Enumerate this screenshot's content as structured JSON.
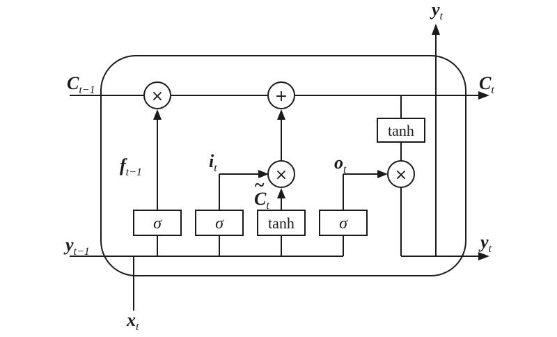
{
  "ops": {
    "multiply": "×",
    "add": "+"
  },
  "gates": {
    "forget": "σ",
    "input": "σ",
    "candidate": "tanh",
    "output": "σ",
    "cell_tanh": "tanh"
  },
  "labels": {
    "c_prev": {
      "base": "C",
      "sub": "t−1"
    },
    "c_out": {
      "base": "C",
      "sub": "t"
    },
    "y_prev": {
      "base": "y",
      "sub": "t−1"
    },
    "y_out": {
      "base": "y",
      "sub": "t"
    },
    "y_top": {
      "base": "y",
      "sub": "t"
    },
    "x_in": {
      "base": "x",
      "sub": "t"
    },
    "f_gate": {
      "base": "f",
      "sub": "t−1"
    },
    "i_gate": {
      "base": "i",
      "sub": "t"
    },
    "o_gate": {
      "base": "o",
      "sub": "t"
    },
    "c_tilde": {
      "tilde": "~",
      "base": "C",
      "sub": "t"
    }
  }
}
